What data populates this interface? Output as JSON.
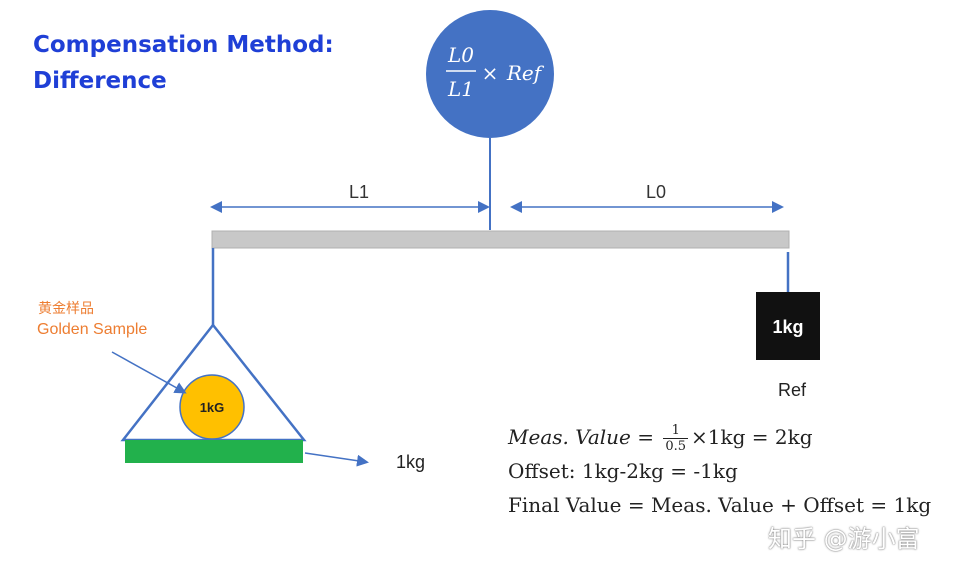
{
  "title": {
    "line1": "Compensation Method:",
    "line2": "Difference",
    "color": "#1f3fd6"
  },
  "ratio_circle": {
    "numerator": "L0",
    "denominator": "L1",
    "operator": "×",
    "ref": "Ref",
    "color": "#4472c4"
  },
  "arms": {
    "left_label": "L1",
    "right_label": "L0",
    "arrow_color": "#4472c4",
    "beam_color": "#c8c8c8"
  },
  "golden_sample": {
    "label_cn": "黄金样品",
    "label_en": "Golden Sample",
    "label_color": "#ed7d31",
    "ball_text": "1kG",
    "ball_color": "#ffc000",
    "platform_color": "#22b14c",
    "platform_value": "1kg"
  },
  "ref_weight": {
    "text": "1kg",
    "caption": "Ref",
    "color": "#111111"
  },
  "formula": {
    "meas_label": "Meas. Value",
    "meas_eq": "=",
    "frac_num": "1",
    "frac_den": "0.5",
    "meas_rest": "×1kg = 2kg",
    "offset_line": "Offset: 1kg-2kg = -1kg",
    "final_line": "Final Value = Meas. Value + Offset = 1kg"
  },
  "watermark": "知乎 @游小富"
}
